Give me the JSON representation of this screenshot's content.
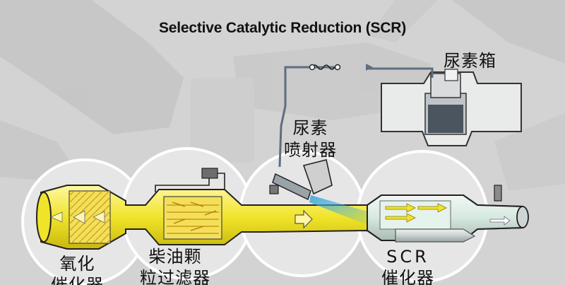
{
  "title": "Selective Catalytic Reduction (SCR)",
  "labels": {
    "urea_tank": "尿素箱",
    "urea_injector_line1": "尿素",
    "urea_injector_line2": "喷射器",
    "oxidation_catalyst_line1": "氧化",
    "oxidation_catalyst_line2": "催化器",
    "dpf_line1": "柴油颗",
    "dpf_line2": "粒过滤器",
    "scr_line1": "SCR",
    "scr_line2": "催化器"
  },
  "colors": {
    "exhaust_pipe": "#f2ea2a",
    "catalyst_substrate": "#f4df5a",
    "scr_substrate": "#dcefe6",
    "urea_line": "#5e6e80",
    "spray": "#3aa8d8",
    "background": "#d3d3d3",
    "highlight_circle": "#ffffff"
  }
}
